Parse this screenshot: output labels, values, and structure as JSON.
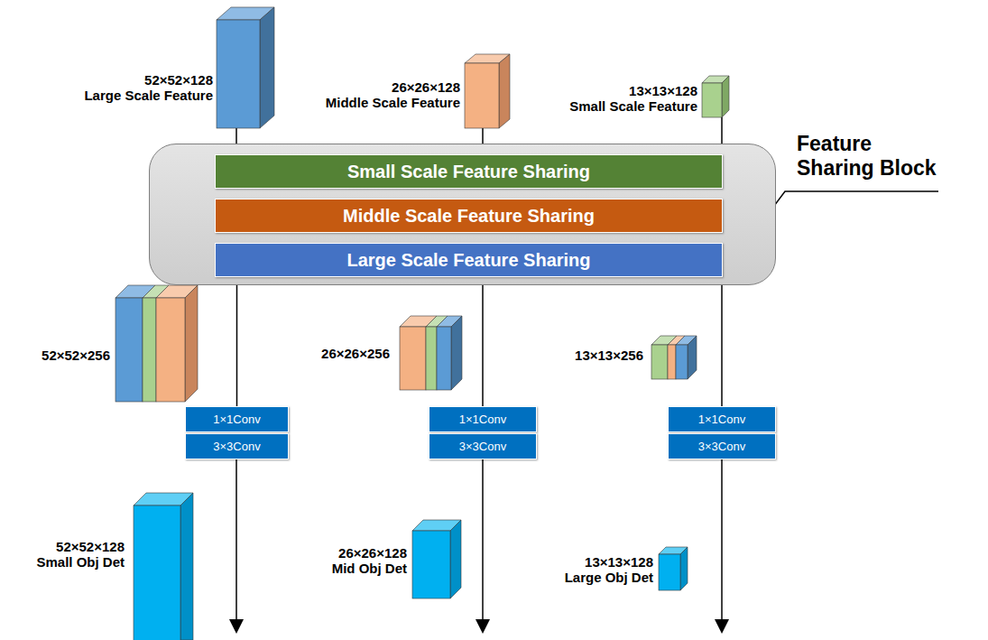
{
  "diagram": {
    "nodes": [
      {
        "text": [
          "Feature Sharing Block"
        ]
      },
      {
        "text": [
          "Small Scale Feature Sharing"
        ],
        "in": 0
      },
      {
        "text": [
          "Middle Scale Feature Sharing"
        ],
        "in": 0
      },
      {
        "text": [
          "Large Scale Feature Sharing"
        ],
        "in": 0
      },
      {
        "text": [
          "1×1Conv"
        ]
      },
      {
        "text": [
          "3×3Conv"
        ]
      },
      {
        "text": [
          "1×1Conv"
        ]
      },
      {
        "text": [
          "3×3Conv"
        ]
      },
      {
        "text": [
          "1×1Conv"
        ]
      },
      {
        "text": [
          "3×3Conv"
        ]
      }
    ],
    "edges": [
      {
        "from": 0,
        "to": 4,
        "arrow": "none"
      },
      {
        "from": 0,
        "to": 6,
        "arrow": "none"
      },
      {
        "from": 0,
        "to": 8,
        "arrow": "none"
      }
    ],
    "labels": [
      "52×52×128",
      "Large Scale Feature",
      "26×26×128",
      "Middle Scale Feature",
      "13×13×128",
      "Small Scale Feature",
      "52×52×256",
      "26×26×256",
      "13×13×256",
      "52×52×128",
      "Small Obj Det",
      "26×26×128",
      "Mid Obj Det",
      "13×13×128",
      "Large Obj Det"
    ]
  }
}
